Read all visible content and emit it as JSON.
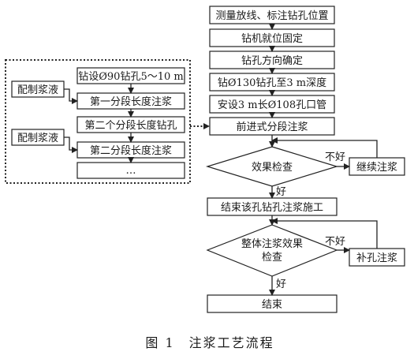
{
  "steps": {
    "s1": "测量放线、标注钻孔位置",
    "s2": "钻机就位固定",
    "s3": "钻孔方向确定",
    "s4": "钻Ø130钻孔至3 m深度",
    "s5": "安设3 m长Ø108孔口管",
    "s6": "前进式分段注浆",
    "d1": "效果检查",
    "continue": "继续注浆",
    "bad1": "不好",
    "good1": "好",
    "s7": "结束该孔钻孔注浆施工",
    "d2_line1": "整体注浆效果",
    "d2_line2": "检查",
    "supplement": "补孔注浆",
    "bad2": "不好",
    "good2": "好",
    "end": "结束"
  },
  "detail": {
    "mix1": "配制浆液",
    "mix2": "配制浆液",
    "d1": "钻设Ø90钻孔5～10 m",
    "d2": "第一分段长度注浆",
    "d3": "第二个分段长度钻孔",
    "d4": "第二分段长度注浆",
    "d5": "…"
  },
  "caption": "图 1　注浆工艺流程"
}
